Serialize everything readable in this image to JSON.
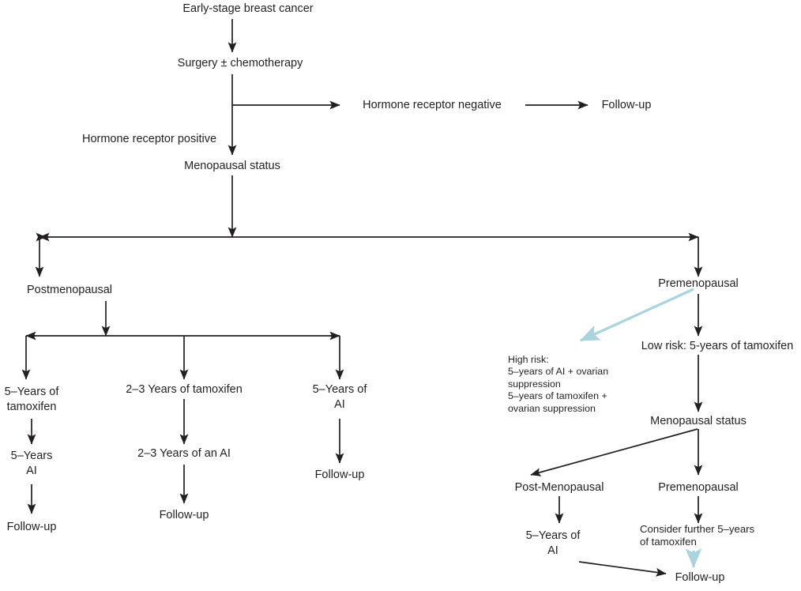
{
  "diagram": {
    "title": "Early-stage breast cancer treatment algorithm",
    "colors": {
      "line": "#231f20",
      "text": "#231f20",
      "highlight_arrow": "#a9d4dd",
      "background": "#ffffff"
    },
    "nodes": {
      "early_stage": "Early-stage breast cancer",
      "surgery": "Surgery ± chemotherapy",
      "hr_negative": "Hormone receptor negative",
      "followup_hr_negative": "Follow-up",
      "hr_positive": "Hormone receptor positive",
      "menopausal_status_1": "Menopausal status",
      "postmenopausal": "Postmenopausal",
      "premenopausal": "Premenopausal",
      "tam5": "5–Years of\ntamoxifen",
      "tam23": "2–3 Years of tamoxifen",
      "ai5_left": "5–Years of\nAI",
      "ai5_after_tam": "5–Years\nAI",
      "ai23": "2–3 Years of an AI",
      "followup_col1": "Follow-up",
      "followup_col2": "Follow-up",
      "followup_col3": "Follow-up",
      "high_risk": "High risk:\n5–years of AI + ovarian\nsuppression\n5–years of tamoxifen +\novarian suppression",
      "low_risk": "Low risk: 5-years of tamoxifen",
      "menopausal_status_2": "Menopausal status",
      "post_menopausal_2": "Post-Menopausal",
      "premenopausal_2": "Premenopausal",
      "ai5_right": "5–Years of\nAI",
      "consider_further": "Consider further 5–years\nof tamoxifen",
      "followup_final": "Follow-up"
    }
  }
}
